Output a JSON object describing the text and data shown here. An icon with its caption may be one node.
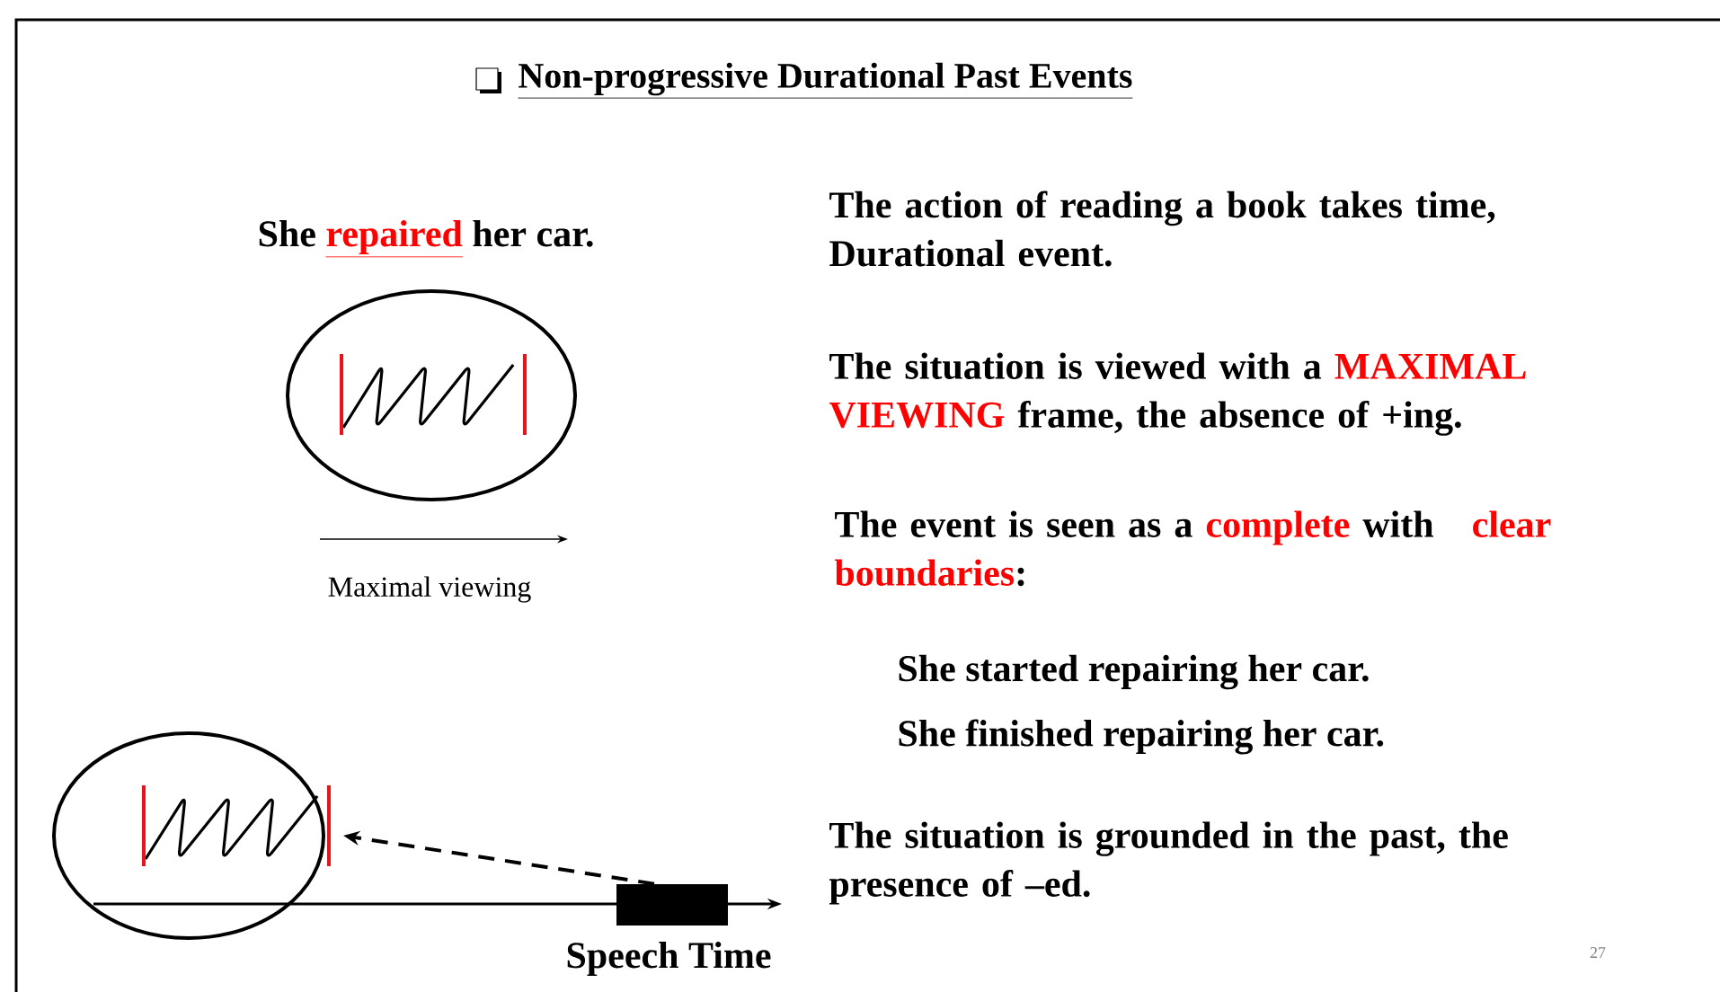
{
  "diagram": {
    "title": "Non-progressive Durational Past Events",
    "nodes": [
      {
        "text": [],
        "shape": "circle"
      },
      {
        "text": [],
        "shape": "circle"
      },
      {
        "text": [],
        "shape": "bar",
        "beside": [
          "Speech Time"
        ]
      }
    ],
    "edges": [
      {
        "from": 2,
        "to": 1,
        "arrow": "to",
        "style": "dashed"
      }
    ],
    "labels": [
      "She",
      "repaired",
      "her car.",
      "Maximal viewing",
      "The action of reading a book takes time, Durational event.",
      "The situation is viewed with a",
      "MAXIMAL VIEWING",
      "frame, the absence of +ing.",
      "The event is seen as a",
      "complete",
      "with",
      "clear boundaries",
      ":",
      "She started repairing her car.",
      "She finished repairing her car.",
      "The situation is grounded in the past, the presence of –ed.",
      "27"
    ]
  }
}
